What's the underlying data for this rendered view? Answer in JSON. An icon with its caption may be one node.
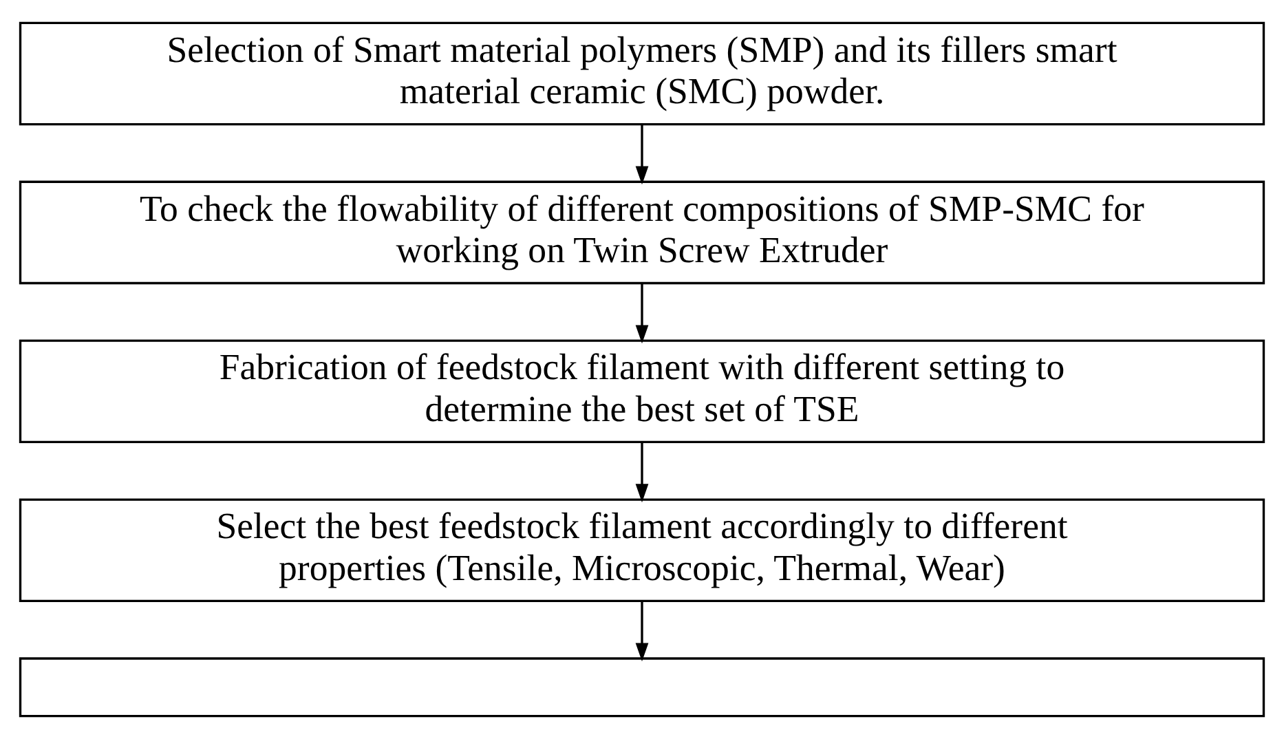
{
  "diagram": {
    "nodes": [
      {
        "text": [
          "Selection of Smart material polymers (SMP) and its fillers smart material ceramic (SMC) powder."
        ]
      },
      {
        "text": [
          "To check the flowability of different compositions of SMP-SMC for working on Twin Screw Extruder"
        ]
      },
      {
        "text": [
          "Fabrication of feedstock filament with different setting to determine the best set of TSE"
        ]
      },
      {
        "text": [
          "Select the best feedstock filament accordingly to different properties (Tensile, Microscopic, Thermal, Wear)"
        ]
      },
      {
        "text": [],
        "shape": "box"
      }
    ],
    "edges": [
      {
        "from": 0,
        "to": 1,
        "arrow": "to"
      },
      {
        "from": 1,
        "to": 2,
        "arrow": "to"
      },
      {
        "from": 2,
        "to": 3,
        "arrow": "to"
      },
      {
        "from": 3,
        "to": 4,
        "arrow": "to"
      }
    ]
  }
}
